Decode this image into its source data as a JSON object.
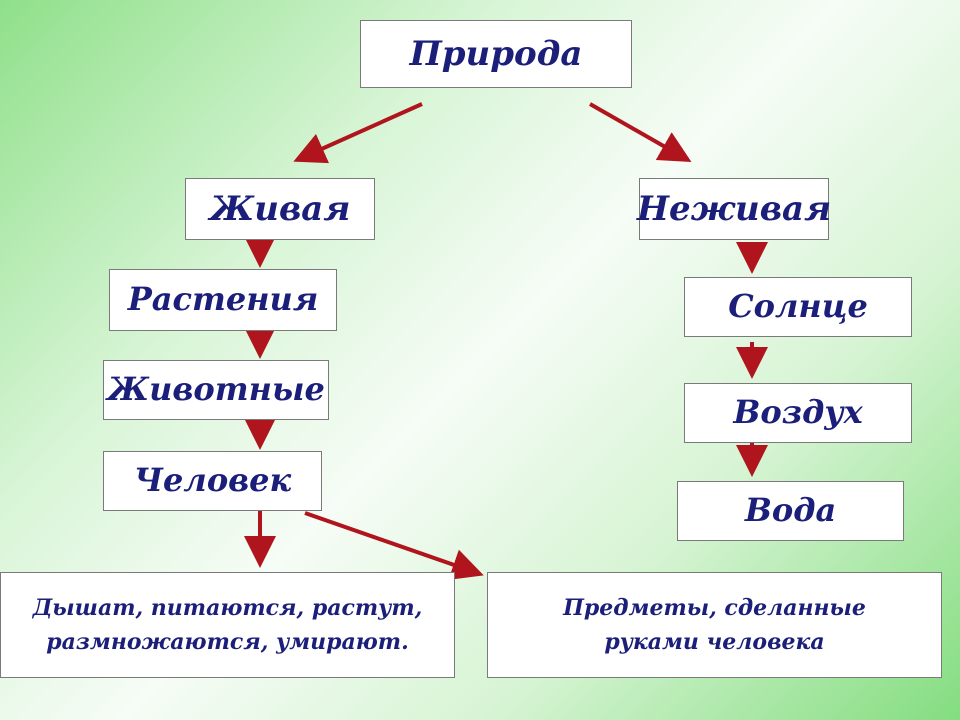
{
  "diagram": {
    "root": "Природа",
    "living": {
      "label": "Живая",
      "items": [
        "Растения",
        "Животные",
        "Человек"
      ],
      "description_line1": "Дышат, питаются, растут,",
      "description_line2": "размножаются, умирают."
    },
    "nonliving": {
      "label": "Неживая",
      "items": [
        "Солнце",
        "Воздух",
        "Вода"
      ]
    },
    "man_made_line1": "Предметы, сделанные",
    "man_made_line2": "руками человека"
  },
  "colors": {
    "arrow": "#b0141c",
    "text": "#1b1f7a",
    "box_border": "#7a7a7a",
    "background_green": "#8fe08a"
  }
}
